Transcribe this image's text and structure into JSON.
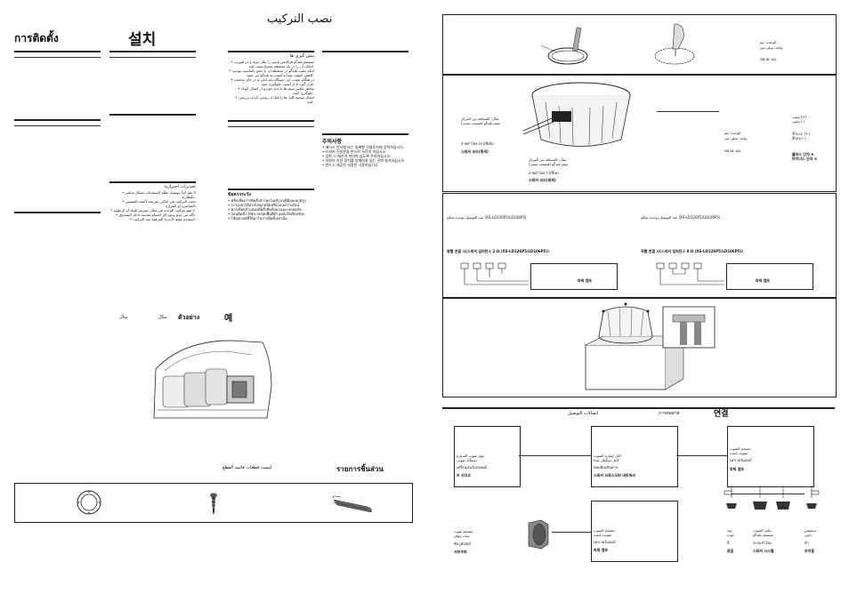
{
  "left_page": {
    "title_thai": "การติดตั้ง",
    "title_korean": "설치",
    "title_arabic": "نصب التركيب",
    "col_persian": {
      "heading": "پیش گیری ها",
      "lines": [
        "• سیستم بلندگو فرکانس پایینی را بکار ببرید و در صورت امکان آن را در یک محفظه صحیح نصب کنید.",
        "• اینکه نصب بلندگو در محفظه ای با حجم نامناسب موجب کاهش کیفیت صدا و آسیب به بلندگو می شود.",
        "• در هنگام نصب، این دستگاه باید ایمن و در جای مناسب قرار گیرد تا از آسیب جلوگیری شود.",
        "• بخاطر تماس سیم ها با بدنه خودرو از اتصال کوتاه جلوگیری کنید.",
        "• اتصال صحیح کابل ها را قبل از روشن کردن بررسی کنید."
      ]
    },
    "col_arabic": {
      "heading": "تحذيرات احترازية",
      "lines": [
        "• لا تقم أبداً بتوصيل نظام السماعات بشكل مباشر بالبطارية.",
        "• تجنب التركيب في أماكن معرضة لأشعة الشمس المباشرة أو الحرارة.",
        "• لا تقم بتركيب الوحدة في مكان يتعرض للماء أو الرطوبة.",
        "• تأكد من عدم وجود أي أجسام معدنية داخل الصندوق.",
        "• استخدم فقط الأجزاء المرفقة عند التركيب."
      ]
    },
    "col_thai": {
      "heading": "ข้อควรระวัง",
      "lines": [
        "• หลีกเลี่ยงการติดตั้งลำโพงในบริเวณที่มีอุณหภูมิสูง",
        "• ระวังอย่าให้สายไฟถูกหนีบหรือโดนความร้อน",
        "• ควรเลือกตำแหน่งติดตั้งที่แข็งแรงและปลอดภัย",
        "• ก่อนติดตั้ง ให้ตรวจสอบพื้นที่ด้านหลังให้เรียบร้อย",
        "• ใช้อุปกรณ์ที่ให้มาในการติดตั้งเท่านั้น"
      ]
    },
    "col_korean": {
      "heading": "주의사항",
      "lines": [
        "• 베이스 반사형 또는 밀폐형 인클로저에 장착하십시오.",
        "• 스피커 진동판을 손으로 누르지 마십시오.",
        "• 장착 시 배선이 끼이지 않도록 주의하십시오.",
        "• 차량의 안전 장치를 방해하지 않는 곳에 설치하십시오.",
        "• 반드시 제공된 부품만 사용하십시오."
      ]
    },
    "example_labels": [
      "مثال",
      "مثال",
      "ตัวอย่าง",
      "예"
    ],
    "parts_heading_arabic": "لیست قطعات  قائمة القطع",
    "parts_heading_thai": "รายการชิ้นส่วน",
    "parts": [
      "spacer-ring",
      "screw",
      "cable"
    ]
  },
  "right_page": {
    "fig1_labels": [
      "الوحدة: مم",
      "واحد: میلی متر",
      "หน่วย: มม."
    ],
    "fig2_labels": {
      "left": [
        "مثال: المسافة بين المركز",
        "سیم بلندگو (قسمت مثبت)",
        "สายลำโพง (+)/สีเข้ม",
        "스피커 코드(흑색)"
      ],
      "mid": [
        "مثال: المسافة بين المركز",
        "سیم بلندگو (قسمت منفی)",
        "สายลำโพง (-)/สีเทา",
        "스피커 코드(회색)"
      ],
      "right": [
        "الوحدة: مم",
        "واحد: میلی متر",
        "หน่วย: มม."
      ],
      "legend": [
        "مثبت (+)",
        "منفی (-)",
        "ขั้วบวก (+)",
        "ขั้วลบ (-)",
        "플러스 단자 ⊕",
        "마이너스 단자 ⊖"
      ]
    },
    "fig3": {
      "left_text": "عند التوصيل بوحدة تحكم (XS-LD126P5/LD106P5)",
      "right_text": "عند التوصيل بوحدة تحكم (XS-LD126P5/LD106P5)",
      "left_caption": "병렬 연결 시(스피커 임피던스 2 Ω (XS-LD126P5/LD106P5))",
      "right_caption": "직렬 연결 시(스피커 임피던스 8 Ω (XS-LD126P5/LD106P5))",
      "box_left": "파워 앰프",
      "box_right": "파워 앰프"
    },
    "connections": {
      "heading_arabic": "اتصالات  التوصيل",
      "heading_thai": "การต่อสาย",
      "heading_korean": "연결",
      "headunit": [
        "جهاز صوت السيارة",
        "دستگاه صوتی",
        "เครื่องเล่นในรถยนต์",
        "카 오디오"
      ],
      "crossover": [
        "كابل إشارة الصوت",
        "کابل سیگنال صدا",
        "คอมบิเนชันสาย",
        "스피커 크로스오버 네트워크"
      ],
      "amp": [
        "مضخم الصوت",
        "تقویت کننده",
        "เพาเวอร์แอมป์",
        "파워 앰프"
      ],
      "subamp": [
        "مضخم الصوت",
        "تقویت کننده",
        "เพาเวอร์แอมป์",
        "파워 앰프"
      ],
      "subwoofer": [
        "مضخم صوت",
        "ساب ووفر",
        "ซับวูฟเฟอร์",
        "서브우퍼"
      ],
      "table_rows": [
        [
          "جيد",
          "مكبر الصوت",
          "منخفض"
        ],
        [
          "خوب",
          "سیستم بلندگو",
          "پایین"
        ],
        [
          "ดี",
          "ระบบลำโพง",
          "ต่ำ"
        ],
        [
          "중음",
          "스피커 시스템",
          "초저음"
        ]
      ]
    }
  }
}
